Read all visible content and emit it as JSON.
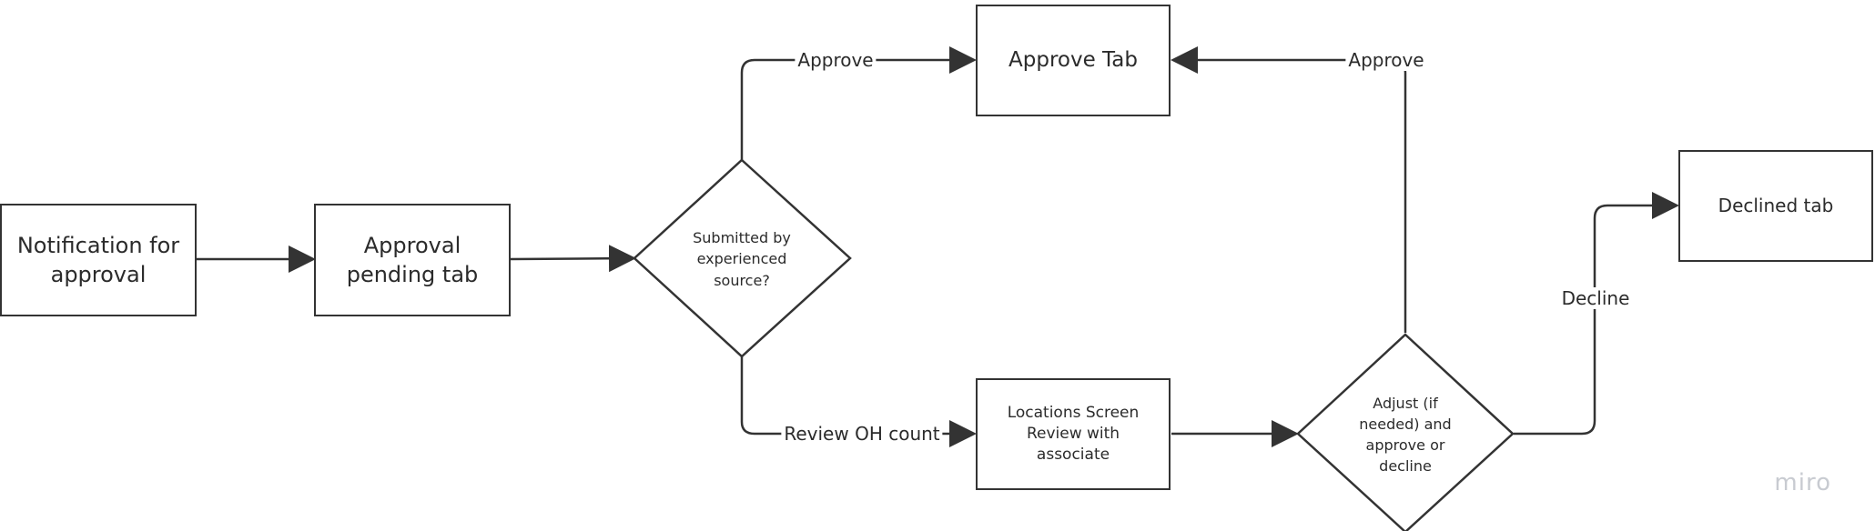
{
  "nodes": {
    "notification": "Notification for approval",
    "approval_pending": "Approval pending tab",
    "submitted_decision": "Submitted by experienced source?",
    "approve_tab": "Approve Tab",
    "locations_screen": "Locations Screen Review with associate",
    "adjust_decision": "Adjust (if needed) and approve or decline",
    "declined_tab": "Declined tab"
  },
  "edges": {
    "approve_from_submitted": "Approve",
    "review_oh_count": "Review OH count",
    "approve_from_adjust": "Approve",
    "decline": "Decline"
  },
  "watermark": "miro",
  "colors": {
    "stroke": "#333333",
    "text": "#2b2b2b",
    "watermark": "#c8cbd1",
    "background": "#ffffff"
  }
}
